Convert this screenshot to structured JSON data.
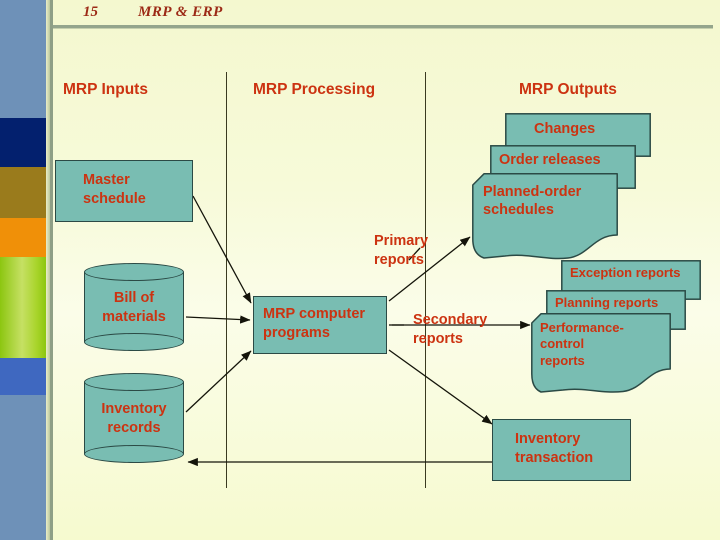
{
  "header": {
    "slide_number": "15",
    "title": "MRP & ERP"
  },
  "columns": {
    "inputs": "MRP Inputs",
    "processing": "MRP Processing",
    "outputs": "MRP Outputs"
  },
  "inputs": {
    "master_schedule": "Master\nschedule",
    "bill_of_materials": "Bill of\nmaterials",
    "inventory_records": "Inventory\nrecords"
  },
  "processing": {
    "mrp_programs": "MRP computer\nprograms"
  },
  "labels": {
    "primary_reports": "Primary\nreports",
    "secondary_reports": "Secondary\nreports"
  },
  "outputs": {
    "primary_stack": [
      "Changes",
      "Order releases",
      "Planned-order\nschedules"
    ],
    "secondary_stack": [
      "Exception reports",
      "Planning reports",
      "Performance-\ncontrol\nreports"
    ],
    "inventory_transaction": "Inventory\ntransaction"
  },
  "colors": {
    "accent_text": "#cc3311",
    "shape_fill": "#79bdb2",
    "shape_stroke": "#2b4a45",
    "header_text": "#9c2a16",
    "background_top": "#f4f8cf",
    "sidebar_base": "#6e91b8",
    "band_navy": "#03206e",
    "band_olive": "#9a7b1c",
    "band_orange": "#f09008",
    "band_green": "#8cc610",
    "band_blue": "#3f68c0"
  }
}
